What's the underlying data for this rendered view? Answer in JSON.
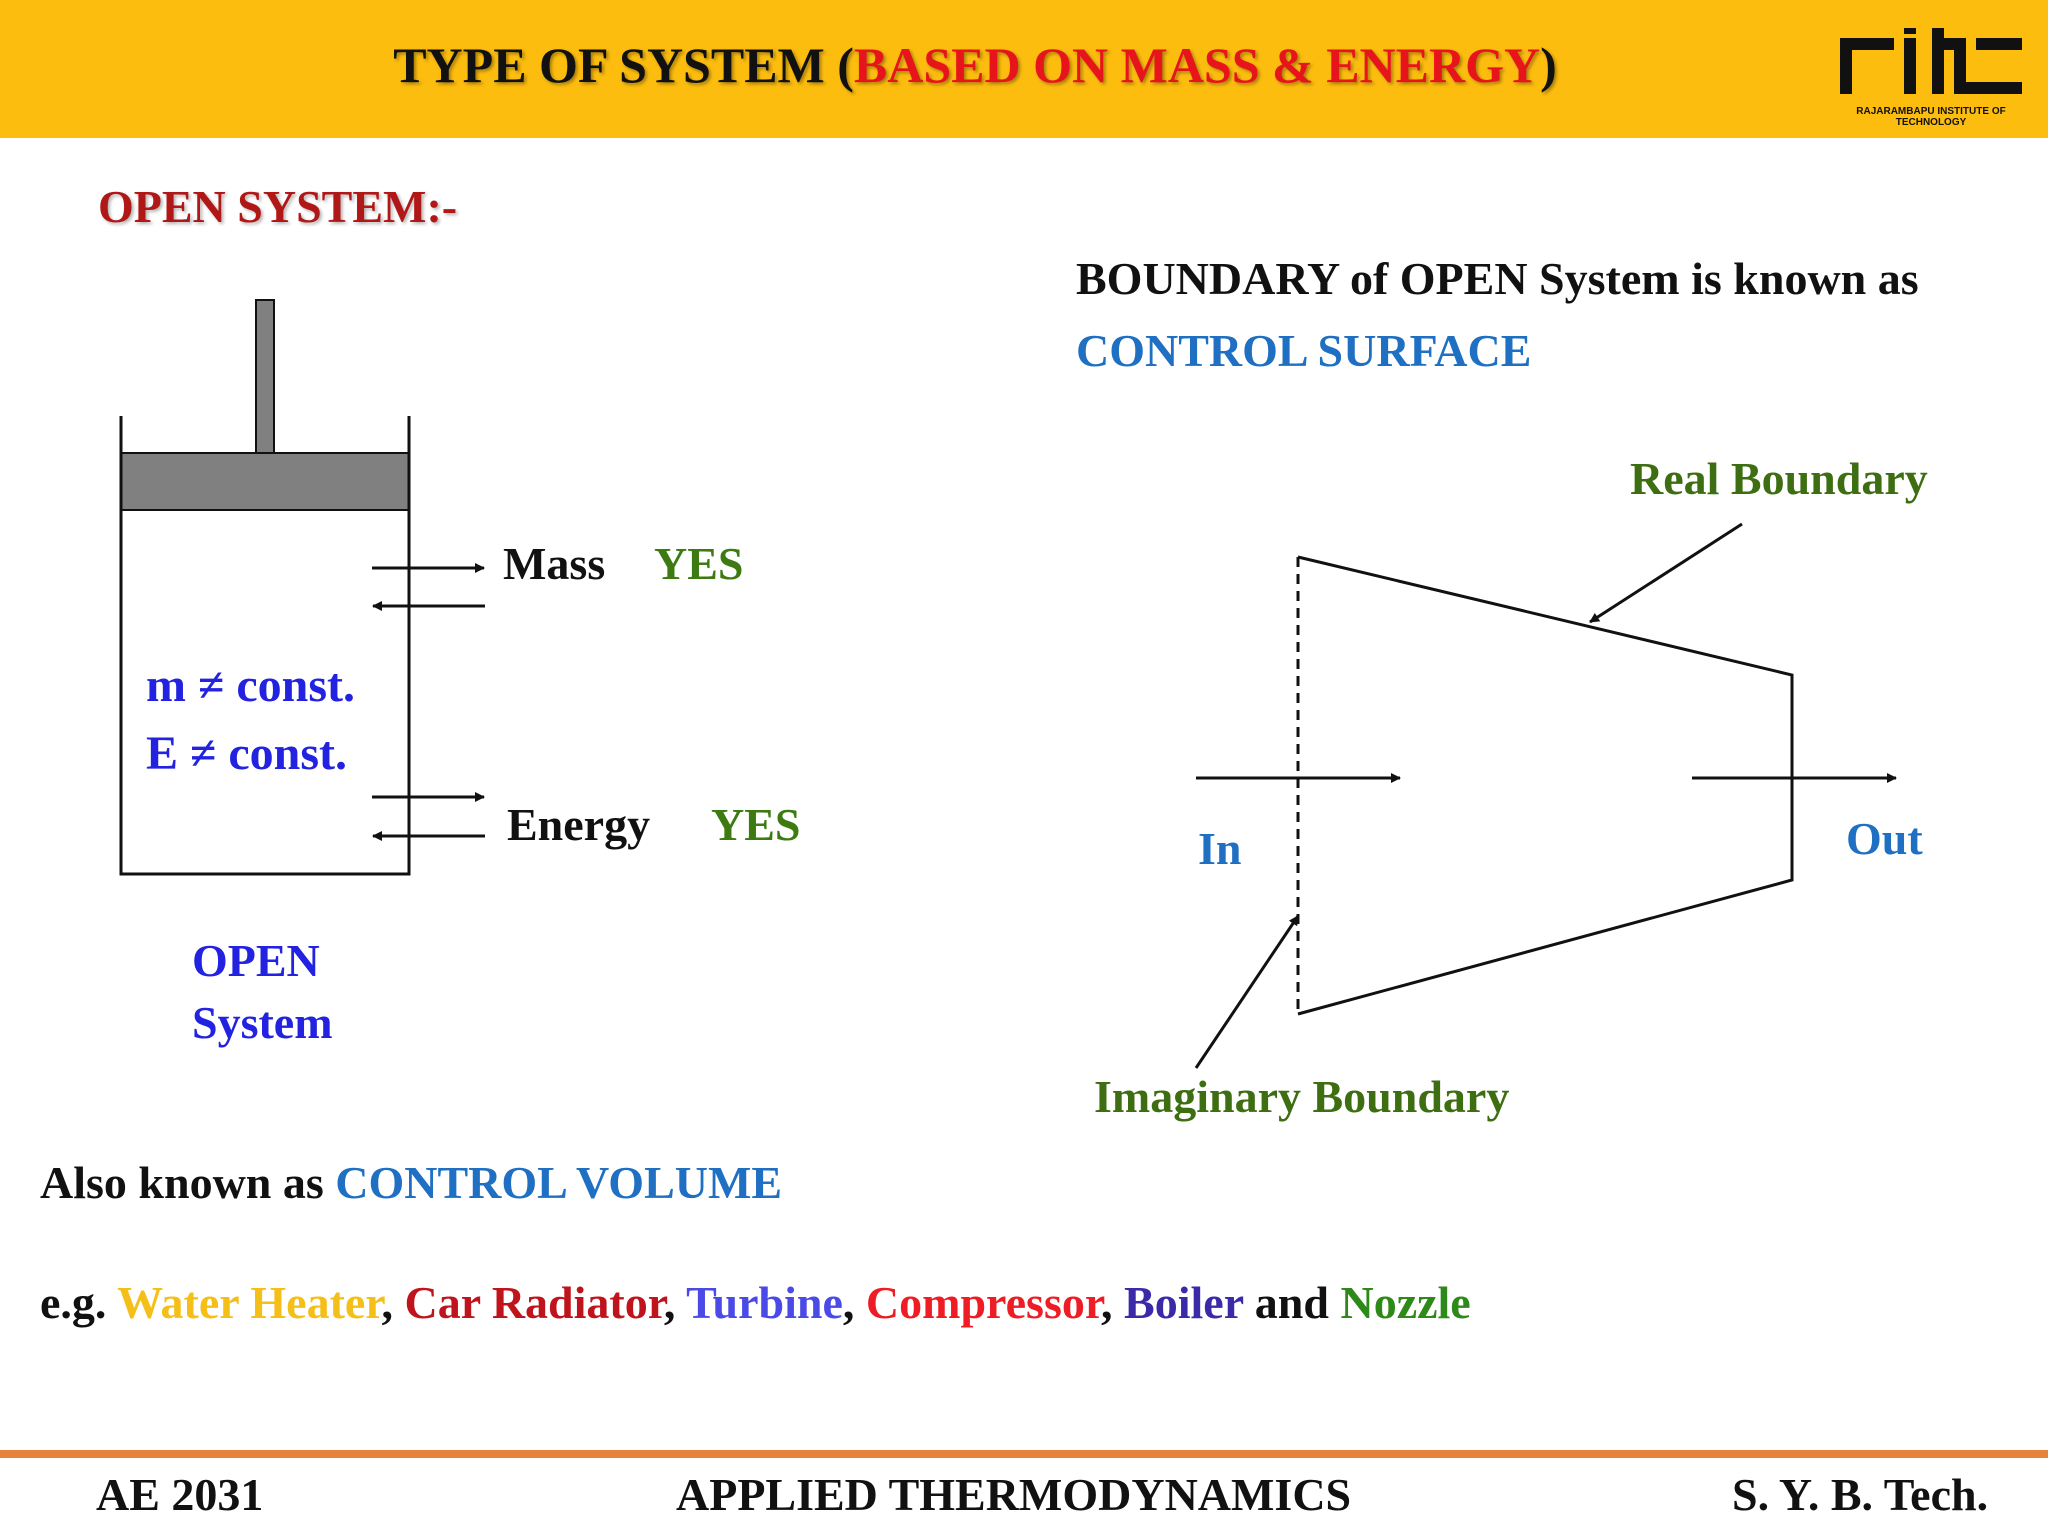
{
  "header": {
    "title_prefix": "TYPE OF SYSTEM (",
    "title_highlight": "BASED ON MASS & ENERGY",
    "title_suffix": ")",
    "logo_text": "rit",
    "logo_subtitle": "RAJARAMBAPU INSTITUTE OF TECHNOLOGY",
    "background_color": "#fdbd0f"
  },
  "section": {
    "title": "OPEN SYSTEM:-"
  },
  "boundary": {
    "text": "BOUNDARY of OPEN System is known as",
    "term": "CONTROL SURFACE"
  },
  "piston_diagram": {
    "mass_label": "Mass",
    "mass_value": "YES",
    "energy_label": "Energy",
    "energy_value": "YES",
    "m_const": "m ≠ const.",
    "e_const": "E ≠ const.",
    "caption_line1": "OPEN",
    "caption_line2": "System"
  },
  "control_volume_diagram": {
    "real_boundary": "Real Boundary",
    "imaginary_boundary": "Imaginary Boundary",
    "in_label": "In",
    "out_label": "Out"
  },
  "also_known": {
    "prefix": "Also known as ",
    "term": "CONTROL VOLUME"
  },
  "examples": {
    "prefix": "e.g. ",
    "items": [
      "Water Heater",
      "Car Radiator",
      "Turbine",
      "Compressor",
      "Boiler"
    ],
    "separator": ", ",
    "conjunction": " and ",
    "last": "Nozzle"
  },
  "footer": {
    "left": "AE 2031",
    "center": "APPLIED THERMODYNAMICS",
    "right": "S. Y. B. Tech."
  }
}
